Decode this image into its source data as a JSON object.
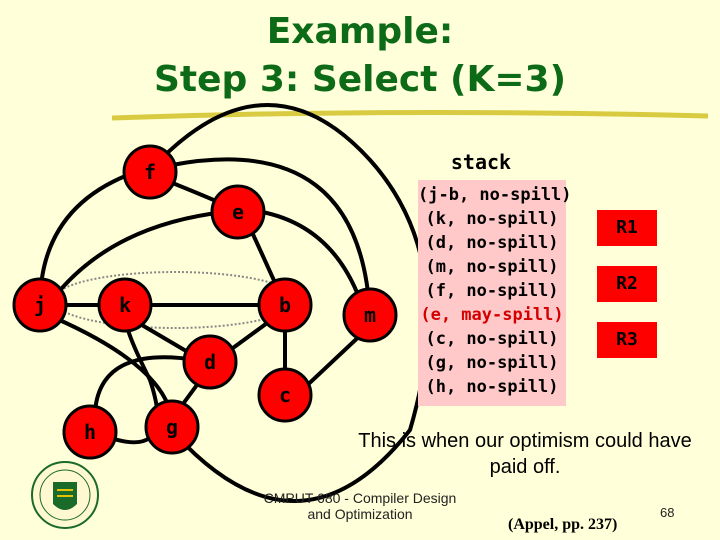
{
  "title": {
    "line1": "Example:",
    "line2": "Step 3: Select (K=3)"
  },
  "graph": {
    "nodes": [
      {
        "id": "f",
        "label": "f"
      },
      {
        "id": "e",
        "label": "e"
      },
      {
        "id": "j",
        "label": "j"
      },
      {
        "id": "k",
        "label": "k"
      },
      {
        "id": "b",
        "label": "b"
      },
      {
        "id": "m",
        "label": "m"
      },
      {
        "id": "d",
        "label": "d"
      },
      {
        "id": "c",
        "label": "c"
      },
      {
        "id": "h",
        "label": "h"
      },
      {
        "id": "g",
        "label": "g"
      }
    ]
  },
  "stack": {
    "title": "stack",
    "items": [
      {
        "text": "(j-b, no-spill)",
        "color": "#000000"
      },
      {
        "text": "(k, no-spill)",
        "color": "#000000"
      },
      {
        "text": "(d, no-spill)",
        "color": "#000000"
      },
      {
        "text": "(m, no-spill)",
        "color": "#000000"
      },
      {
        "text": "(f, no-spill)",
        "color": "#000000"
      },
      {
        "text": "(e, may-spill)",
        "color": "#d40000"
      },
      {
        "text": "(c, no-spill)",
        "color": "#000000"
      },
      {
        "text": "(g, no-spill)",
        "color": "#000000"
      },
      {
        "text": "(h, no-spill)",
        "color": "#000000"
      }
    ]
  },
  "registers": [
    "R1",
    "R2",
    "R3"
  ],
  "note": "This is when our optimism could have paid off.",
  "footer": {
    "course": "CMPUT 680 - Compiler Design and Optimization",
    "citation": "(Appel, pp. 237)",
    "page": "68"
  },
  "colors": {
    "title": "#0d6b18",
    "node_fill": "#ff0000",
    "register_fill": "#ff0000",
    "stack_bg": "#ffc9c9",
    "background": "#ffffd9",
    "may_spill": "#d40000"
  }
}
